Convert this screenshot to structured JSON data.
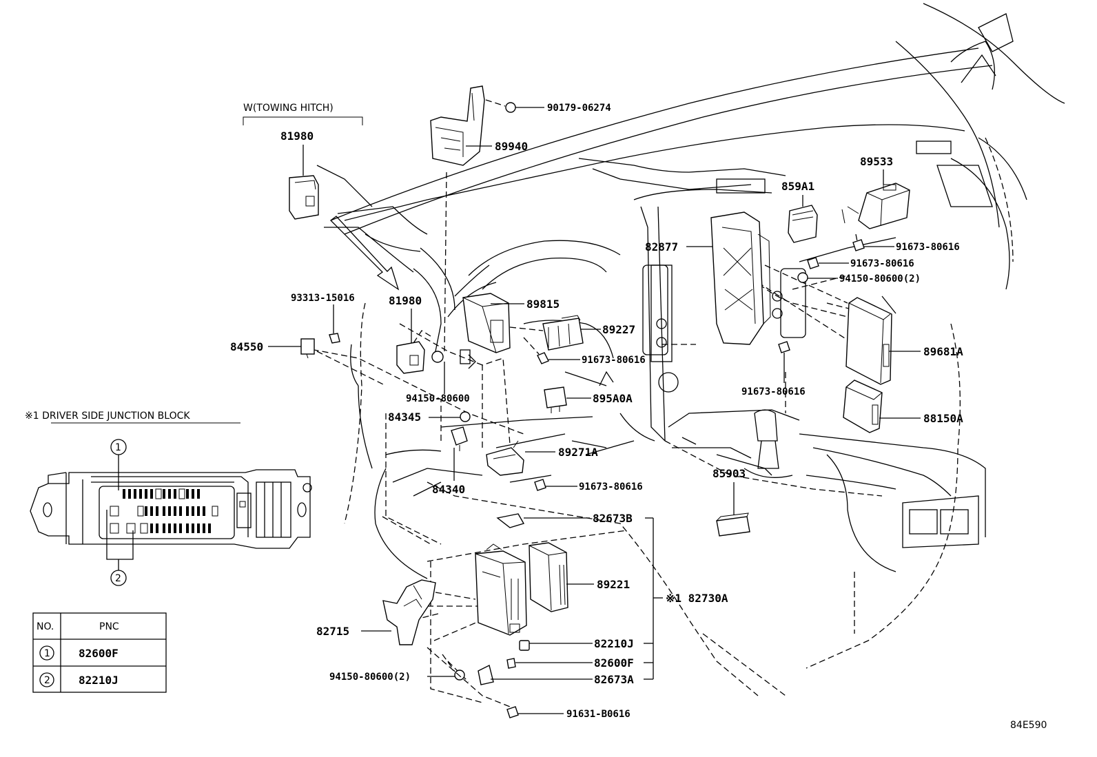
{
  "variant_label": "W(TOWING HITCH)",
  "junction_block": {
    "title": "※1  DRIVER SIDE JUNCTION BLOCK",
    "marker1": "1",
    "marker2": "2"
  },
  "pnc_table": {
    "header_no": "NO.",
    "header_pnc": "PNC",
    "rows": [
      {
        "no": "1",
        "pnc": "82600F"
      },
      {
        "no": "2",
        "pnc": "82210J"
      }
    ]
  },
  "parts": {
    "p90179_06274": "90179-06274",
    "p89940": "89940",
    "p81980_top": "81980",
    "p89533": "89533",
    "p859A1": "859A1",
    "p82877": "82877",
    "p91673_80616_a": "91673-80616",
    "p91673_80616_b": "91673-80616",
    "p94150_80600_2a": "94150-80600(2)",
    "p93313_15016": "93313-15016",
    "p81980_mid": "81980",
    "p89815": "89815",
    "p89227": "89227",
    "p84550": "84550",
    "p91673_80616_c": "91673-80616",
    "p89681A": "89681A",
    "p94150_80600": "94150-80600",
    "p895A0A": "895A0A",
    "p91673_80616_d": "91673-80616",
    "p84345": "84345",
    "p88150A": "88150A",
    "p89271A": "89271A",
    "p84340": "84340",
    "p85903": "85903",
    "p91673_80616_e": "91673-80616",
    "p82673B": "82673B",
    "p89221": "89221",
    "p82730A": "※1 82730A",
    "p82715": "82715",
    "p82210J": "82210J",
    "p82600F": "82600F",
    "p94150_80600_2b": "94150-80600(2)",
    "p82673A": "82673A",
    "p91631_B0616": "91631-B0616"
  },
  "figure_code": "84E590"
}
